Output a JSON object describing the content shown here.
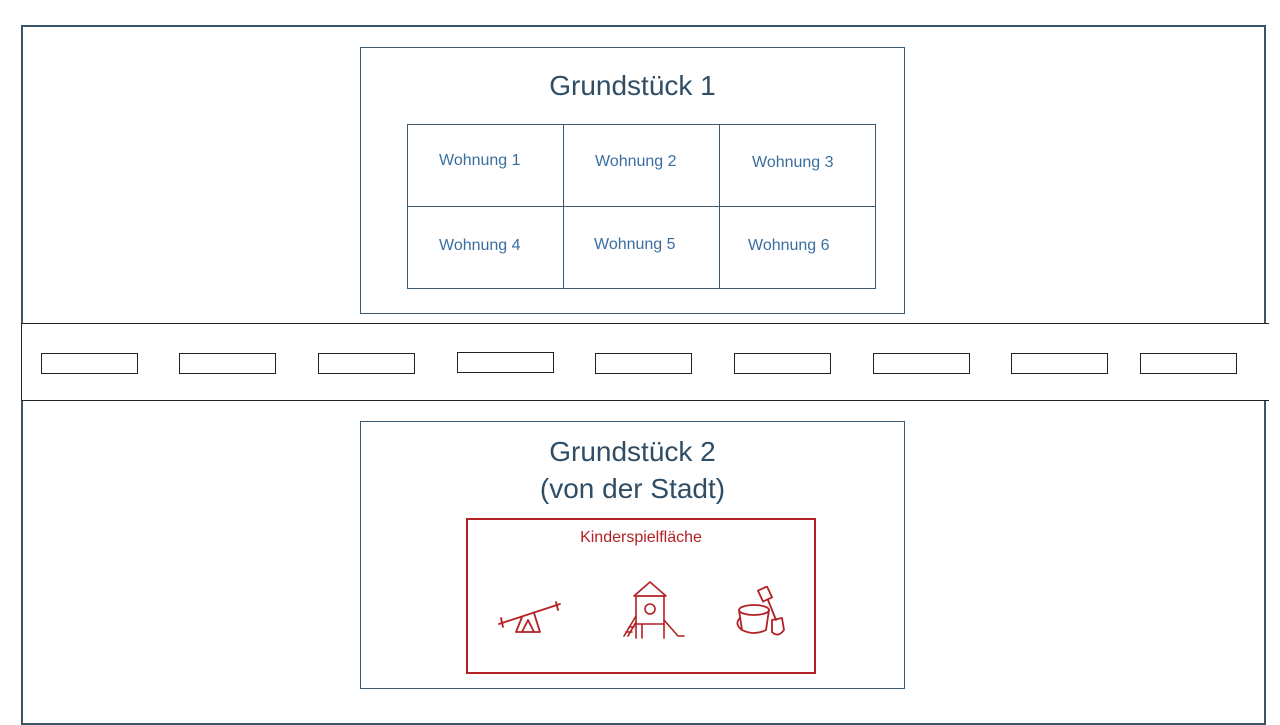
{
  "plot1": {
    "title": "Grundstück 1",
    "apartments": [
      "Wohnung 1",
      "Wohnung 2",
      "Wohnung 3",
      "Wohnung 4",
      "Wohnung 5",
      "Wohnung 6"
    ]
  },
  "road": {
    "parking_spots": 9
  },
  "plot2": {
    "title_line1": "Grundstück 2",
    "title_line2": "(von der Stadt)",
    "playground": {
      "label": "Kinderspielfläche",
      "icons": [
        "seesaw-icon",
        "playhouse-slide-icon",
        "bucket-shovel-icon"
      ]
    }
  },
  "colors": {
    "frame": "#3d5466",
    "title": "#2f4e66",
    "apartment_text": "#3a6ea0",
    "playground": "#b41f24"
  }
}
